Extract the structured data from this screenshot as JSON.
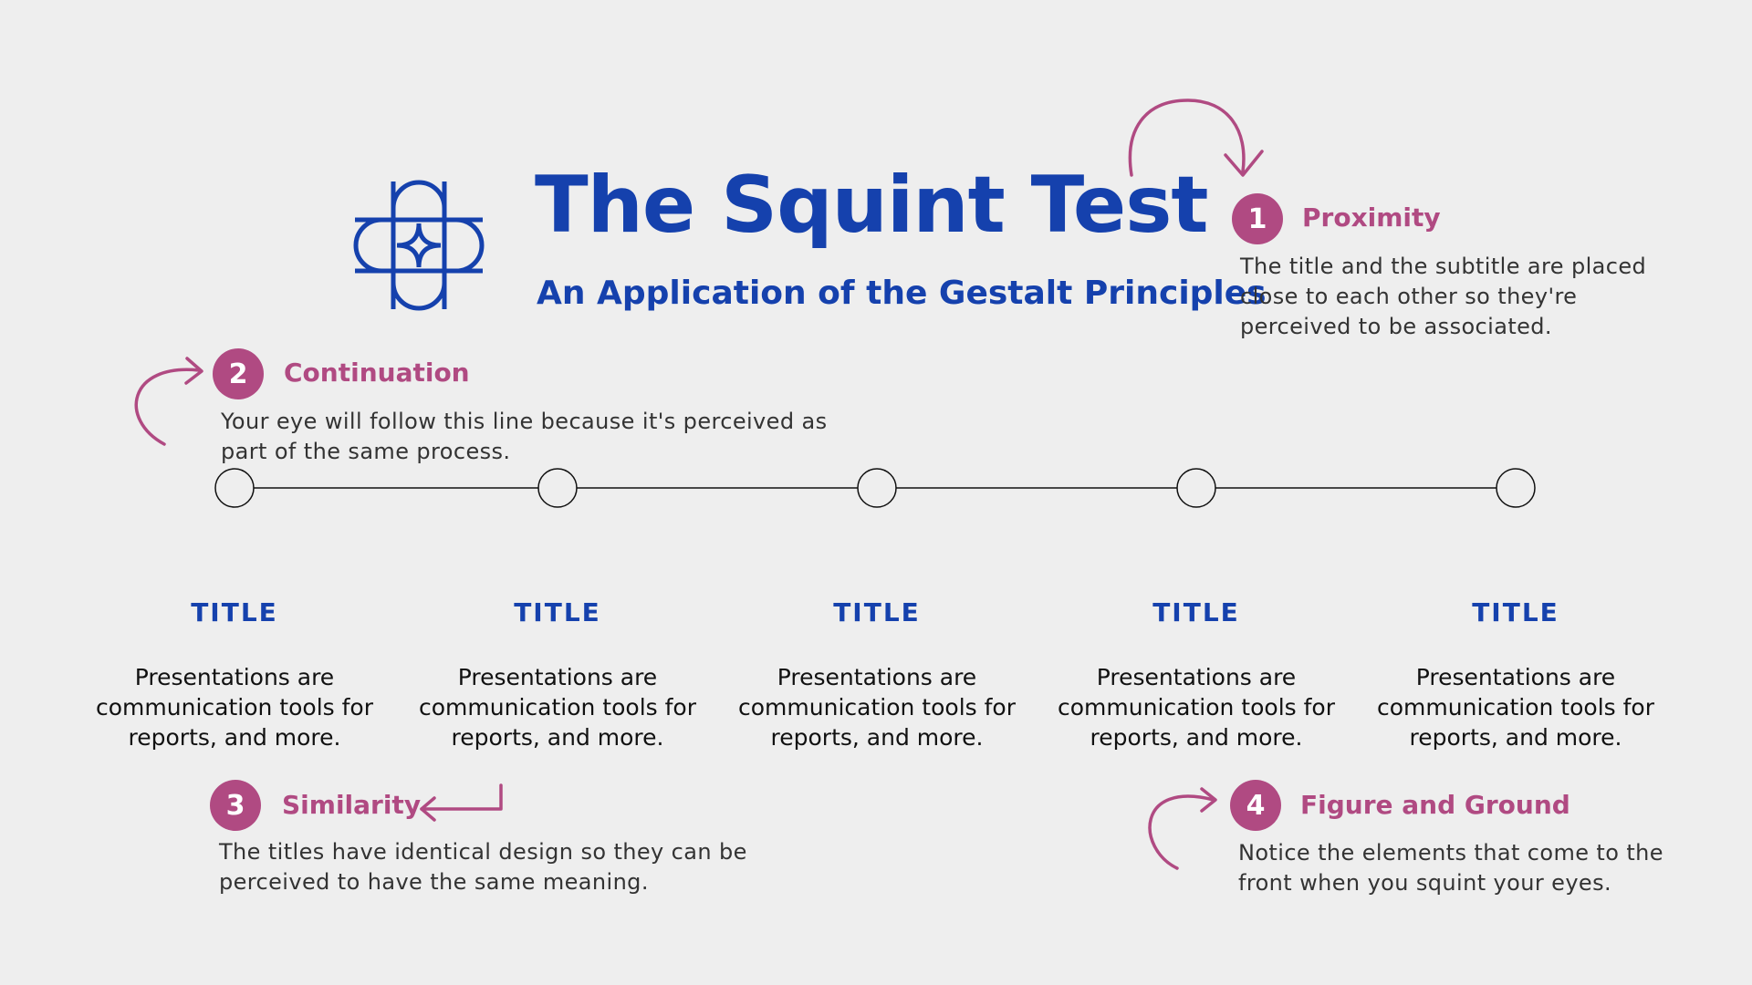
{
  "colors": {
    "background": "#eeeeee",
    "blue": "#1541ad",
    "magenta": "#b04a82",
    "text": "#333333",
    "line": "#111111"
  },
  "header": {
    "logo_icon": "quatrefoil-star-icon",
    "title": "The Squint Test",
    "subtitle": "An Application of the Gestalt Principles"
  },
  "principles": [
    {
      "number": "1",
      "name": "Proximity",
      "description": "The title and the subtitle are placed close to each other so they're perceived to be associated."
    },
    {
      "number": "2",
      "name": "Continuation",
      "description": "Your eye will follow this line because it's perceived as part of the same process."
    },
    {
      "number": "3",
      "name": "Similarity",
      "description": "The titles have identical design so they can be perceived to have the same meaning."
    },
    {
      "number": "4",
      "name": "Figure and Ground",
      "description": "Notice the elements that come to the front when you squint your eyes."
    }
  ],
  "timeline": {
    "node_count": 5
  },
  "columns": [
    {
      "title": "TITLE",
      "description": "Presentations are communication tools for reports, and more."
    },
    {
      "title": "TITLE",
      "description": "Presentations are communication tools for reports, and more."
    },
    {
      "title": "TITLE",
      "description": "Presentations are communication tools for reports, and more."
    },
    {
      "title": "TITLE",
      "description": "Presentations are communication tools for reports, and more."
    },
    {
      "title": "TITLE",
      "description": "Presentations are communication tools for reports, and more."
    }
  ]
}
